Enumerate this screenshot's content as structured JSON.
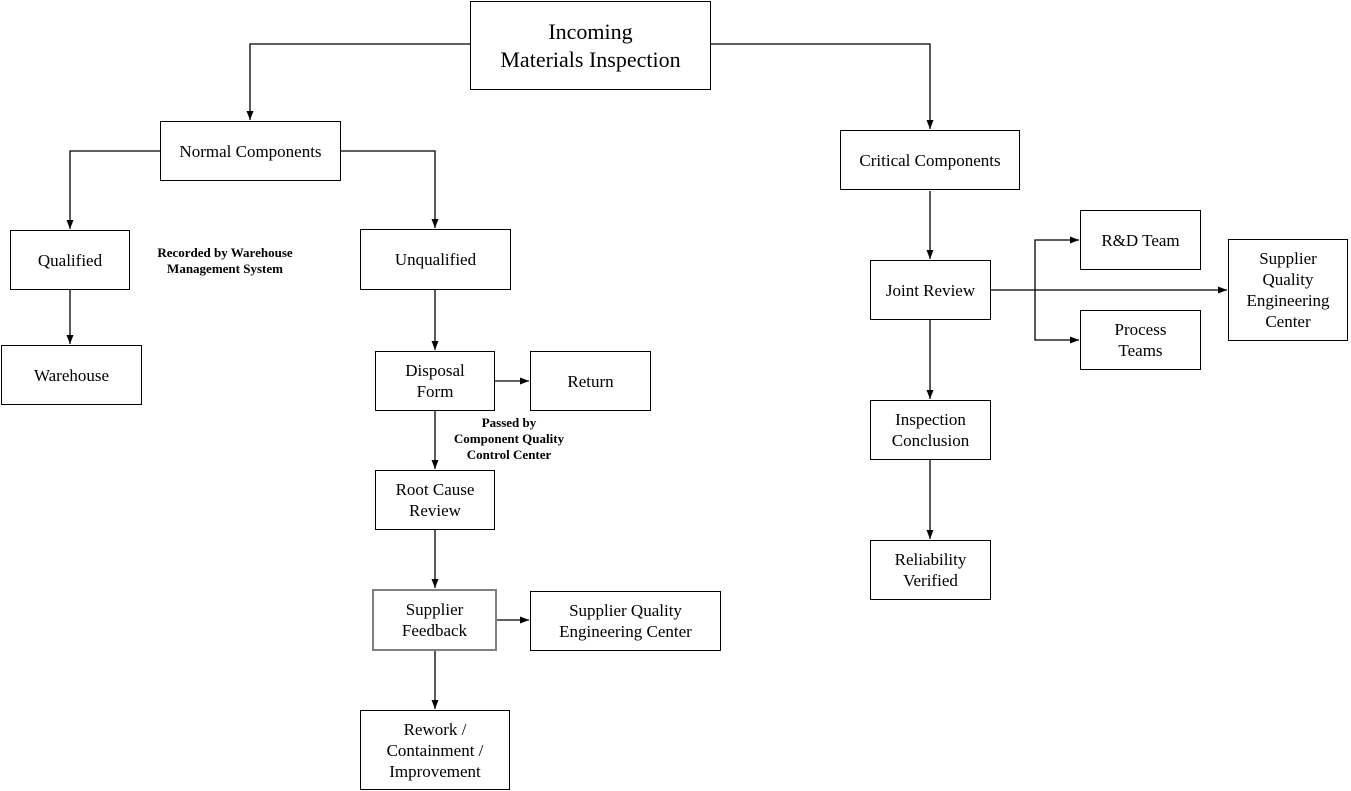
{
  "diagram": {
    "nodes": {
      "incoming": "Incoming\nMaterials Inspection",
      "normal": "Normal Components",
      "qualified": "Qualified",
      "warehouse": "Warehouse",
      "unqualified": "Unqualified",
      "disposal": "Disposal\nForm",
      "return": "Return",
      "root_cause": "Root Cause\nReview",
      "supplier_feedback": "Supplier\nFeedback",
      "sqec_left": "Supplier Quality\nEngineering Center",
      "rework": "Rework /\nContainment /\nImprovement",
      "critical": "Critical Components",
      "joint_review": "Joint Review",
      "rd_team": "R&D Team",
      "process_teams": "Process\nTeams",
      "sqec_right": "Supplier\nQuality\nEngineering\nCenter",
      "inspection_conclusion": "Inspection\nConclusion",
      "reliability_verified": "Reliability\nVerified"
    },
    "annotations": {
      "recorded_by": "Recorded by Warehouse\nManagement System",
      "passed_by": "Passed by\nComponent Quality\nControl Center"
    },
    "colors": {
      "line": "#000000",
      "box_border": "#000000",
      "box_fill": "#ffffff",
      "text": "#000000",
      "highlight_border": "#808080"
    },
    "edges": [
      {
        "from": "incoming",
        "to": "normal"
      },
      {
        "from": "incoming",
        "to": "critical"
      },
      {
        "from": "normal",
        "to": "qualified"
      },
      {
        "from": "normal",
        "to": "unqualified"
      },
      {
        "from": "qualified",
        "to": "warehouse"
      },
      {
        "from": "unqualified",
        "to": "disposal"
      },
      {
        "from": "disposal",
        "to": "return"
      },
      {
        "from": "disposal",
        "to": "root_cause"
      },
      {
        "from": "root_cause",
        "to": "supplier_feedback"
      },
      {
        "from": "supplier_feedback",
        "to": "sqec_left"
      },
      {
        "from": "supplier_feedback",
        "to": "rework"
      },
      {
        "from": "critical",
        "to": "joint_review"
      },
      {
        "from": "joint_review",
        "to": "rd_team"
      },
      {
        "from": "joint_review",
        "to": "process_teams"
      },
      {
        "from": "joint_review",
        "to": "sqec_right"
      },
      {
        "from": "joint_review",
        "to": "inspection_conclusion"
      },
      {
        "from": "inspection_conclusion",
        "to": "reliability_verified"
      }
    ]
  }
}
